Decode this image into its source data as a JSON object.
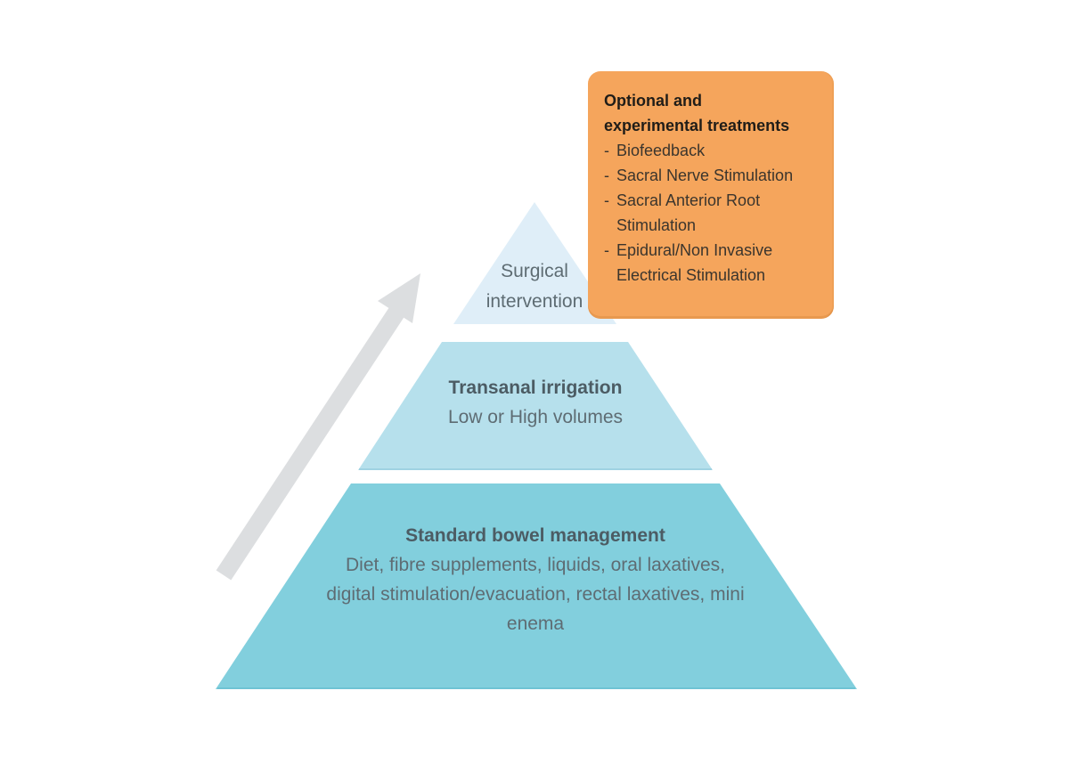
{
  "colors": {
    "background": "#ffffff",
    "tier_top": "#dfeef8",
    "tier_top_edge": "#cfe6f2",
    "tier_middle": "#b6e0ec",
    "tier_middle_edge": "#9fd2e2",
    "tier_bottom": "#82cfdd",
    "tier_bottom_edge": "#6fc3d4",
    "box_bg": "#f5a55c",
    "arrow": "#dcdee0",
    "heading_text": "#4c5c64",
    "body_text": "#5e6c73",
    "box_title_text": "#201d18",
    "box_item_text": "#3b352d"
  },
  "pyramid": {
    "tiers": [
      {
        "name": "surgical-intervention",
        "heading": "Surgical intervention",
        "body": ""
      },
      {
        "name": "transanal-irrigation",
        "heading": "Transanal irrigation",
        "body": "Low or High volumes"
      },
      {
        "name": "standard-bowel-management",
        "heading": "Standard bowel management",
        "body": "Diet, fibre supplements, liquids, oral laxatives, digital stimulation/evacuation, rectal laxatives, mini enema"
      }
    ]
  },
  "callout": {
    "title": "Optional and experimental treatments",
    "title_lines": [
      "Optional and",
      "experimental treatments"
    ],
    "bullet": "-",
    "items": [
      "Biofeedback",
      "Sacral Nerve Stimulation",
      "Sacral Anterior Root Stimulation",
      "Epidural/Non Invasive Electrical Stimulation"
    ]
  }
}
